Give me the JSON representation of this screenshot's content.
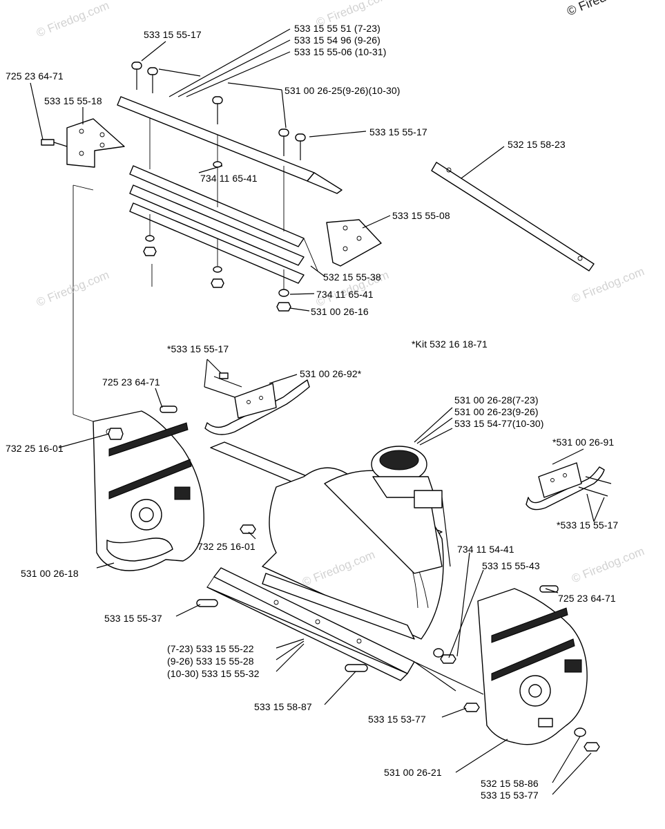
{
  "copyright": "© Firedog.com",
  "watermark": "© Firedog.com",
  "kit_note": "*Kit  532 16 18-71",
  "labels": {
    "l01": "533 15 55-17",
    "l02": "533 15 55 51 (7-23)",
    "l03": "533 15 54 96 (9-26)",
    "l04": "533 15 55-06 (10-31)",
    "l05": "725 23 64-71",
    "l06": "533 15 55-18",
    "l07": "531 00 26-25(9-26)(10-30)",
    "l08": "533 15 55-17",
    "l09": "532 15 58-23",
    "l10": "734 11 65-41",
    "l11": "533 15 55-08",
    "l12": "532 15 55-38",
    "l13": "734 11 65-41",
    "l14": "531 00 26-16",
    "l15": "*533 15 55-17",
    "l16": "725 23 64-71",
    "l17": "531 00 26-92*",
    "l18": "531 00 26-28(7-23)",
    "l19": "531 00 26-23(9-26)",
    "l20": "533 15 54-77(10-30)",
    "l21": "*531 00 26-91",
    "l22": "732 25 16-01",
    "l23": "*533 15 55-17",
    "l24": "732 25 16-01",
    "l25": "734 11 54-41",
    "l26": "533 15 55-43",
    "l27": "531 00 26-18",
    "l28": "725 23 64-71",
    "l29": "533 15 55-37",
    "l30": "(7-23) 533 15 55-22",
    "l31": "(9-26) 533 15 55-28",
    "l32": "(10-30) 533 15 55-32",
    "l33": "533 15 58-87",
    "l34": "533 15 53-77",
    "l35": "531 00 26-21",
    "l36": "532 15 58-86",
    "l37": "533 15 53-77"
  }
}
